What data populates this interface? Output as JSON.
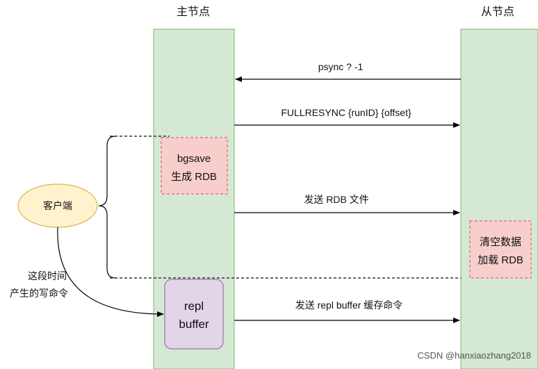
{
  "lanes": {
    "master": {
      "title": "主节点"
    },
    "slave": {
      "title": "从节点"
    }
  },
  "messages": {
    "psync": "psync ? -1",
    "fullresync": "FULLRESYNC {runID} {offset}",
    "send_rdb": "发送  RDB 文件",
    "send_buffer": "发送 repl buffer  缓存命令"
  },
  "boxes": {
    "bgsave": {
      "line1": "bgsave",
      "line2": "生成 RDB"
    },
    "load": {
      "line1": "清空数据",
      "line2": "加载 RDB"
    },
    "repl_buffer": {
      "line1": "repl",
      "line2": "buffer"
    }
  },
  "client": {
    "label": "客户端"
  },
  "note": {
    "line1": "这段时间",
    "line2": "产生的写命令"
  },
  "watermark": "CSDN @hanxiaozhang2018",
  "colors": {
    "lane_fill": "#d5e8d4",
    "lane_stroke": "#82b366",
    "red_fill": "#f8cecc",
    "red_stroke": "#e06666",
    "purple_fill": "#e1d5e7",
    "purple_stroke": "#9673a6",
    "client_fill": "#fff2cc",
    "client_stroke": "#d6b656"
  }
}
